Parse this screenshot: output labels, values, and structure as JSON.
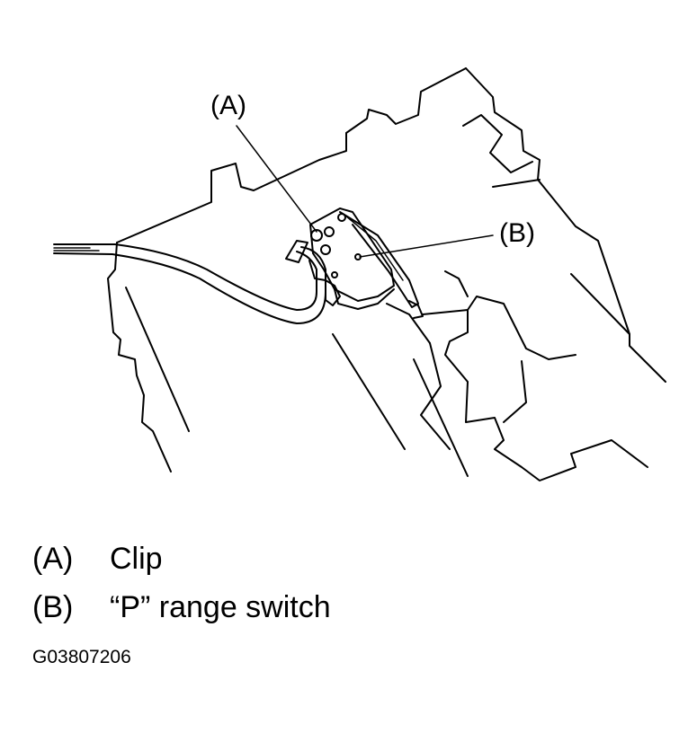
{
  "callouts": {
    "a": "(A)",
    "b": "(B)"
  },
  "legend": [
    {
      "key": "(A)",
      "text": "Clip"
    },
    {
      "key": "(B)",
      "text": "“P” range switch"
    }
  ],
  "figure_code": "G03807206",
  "colors": {
    "line": "#000000",
    "background": "#ffffff"
  }
}
